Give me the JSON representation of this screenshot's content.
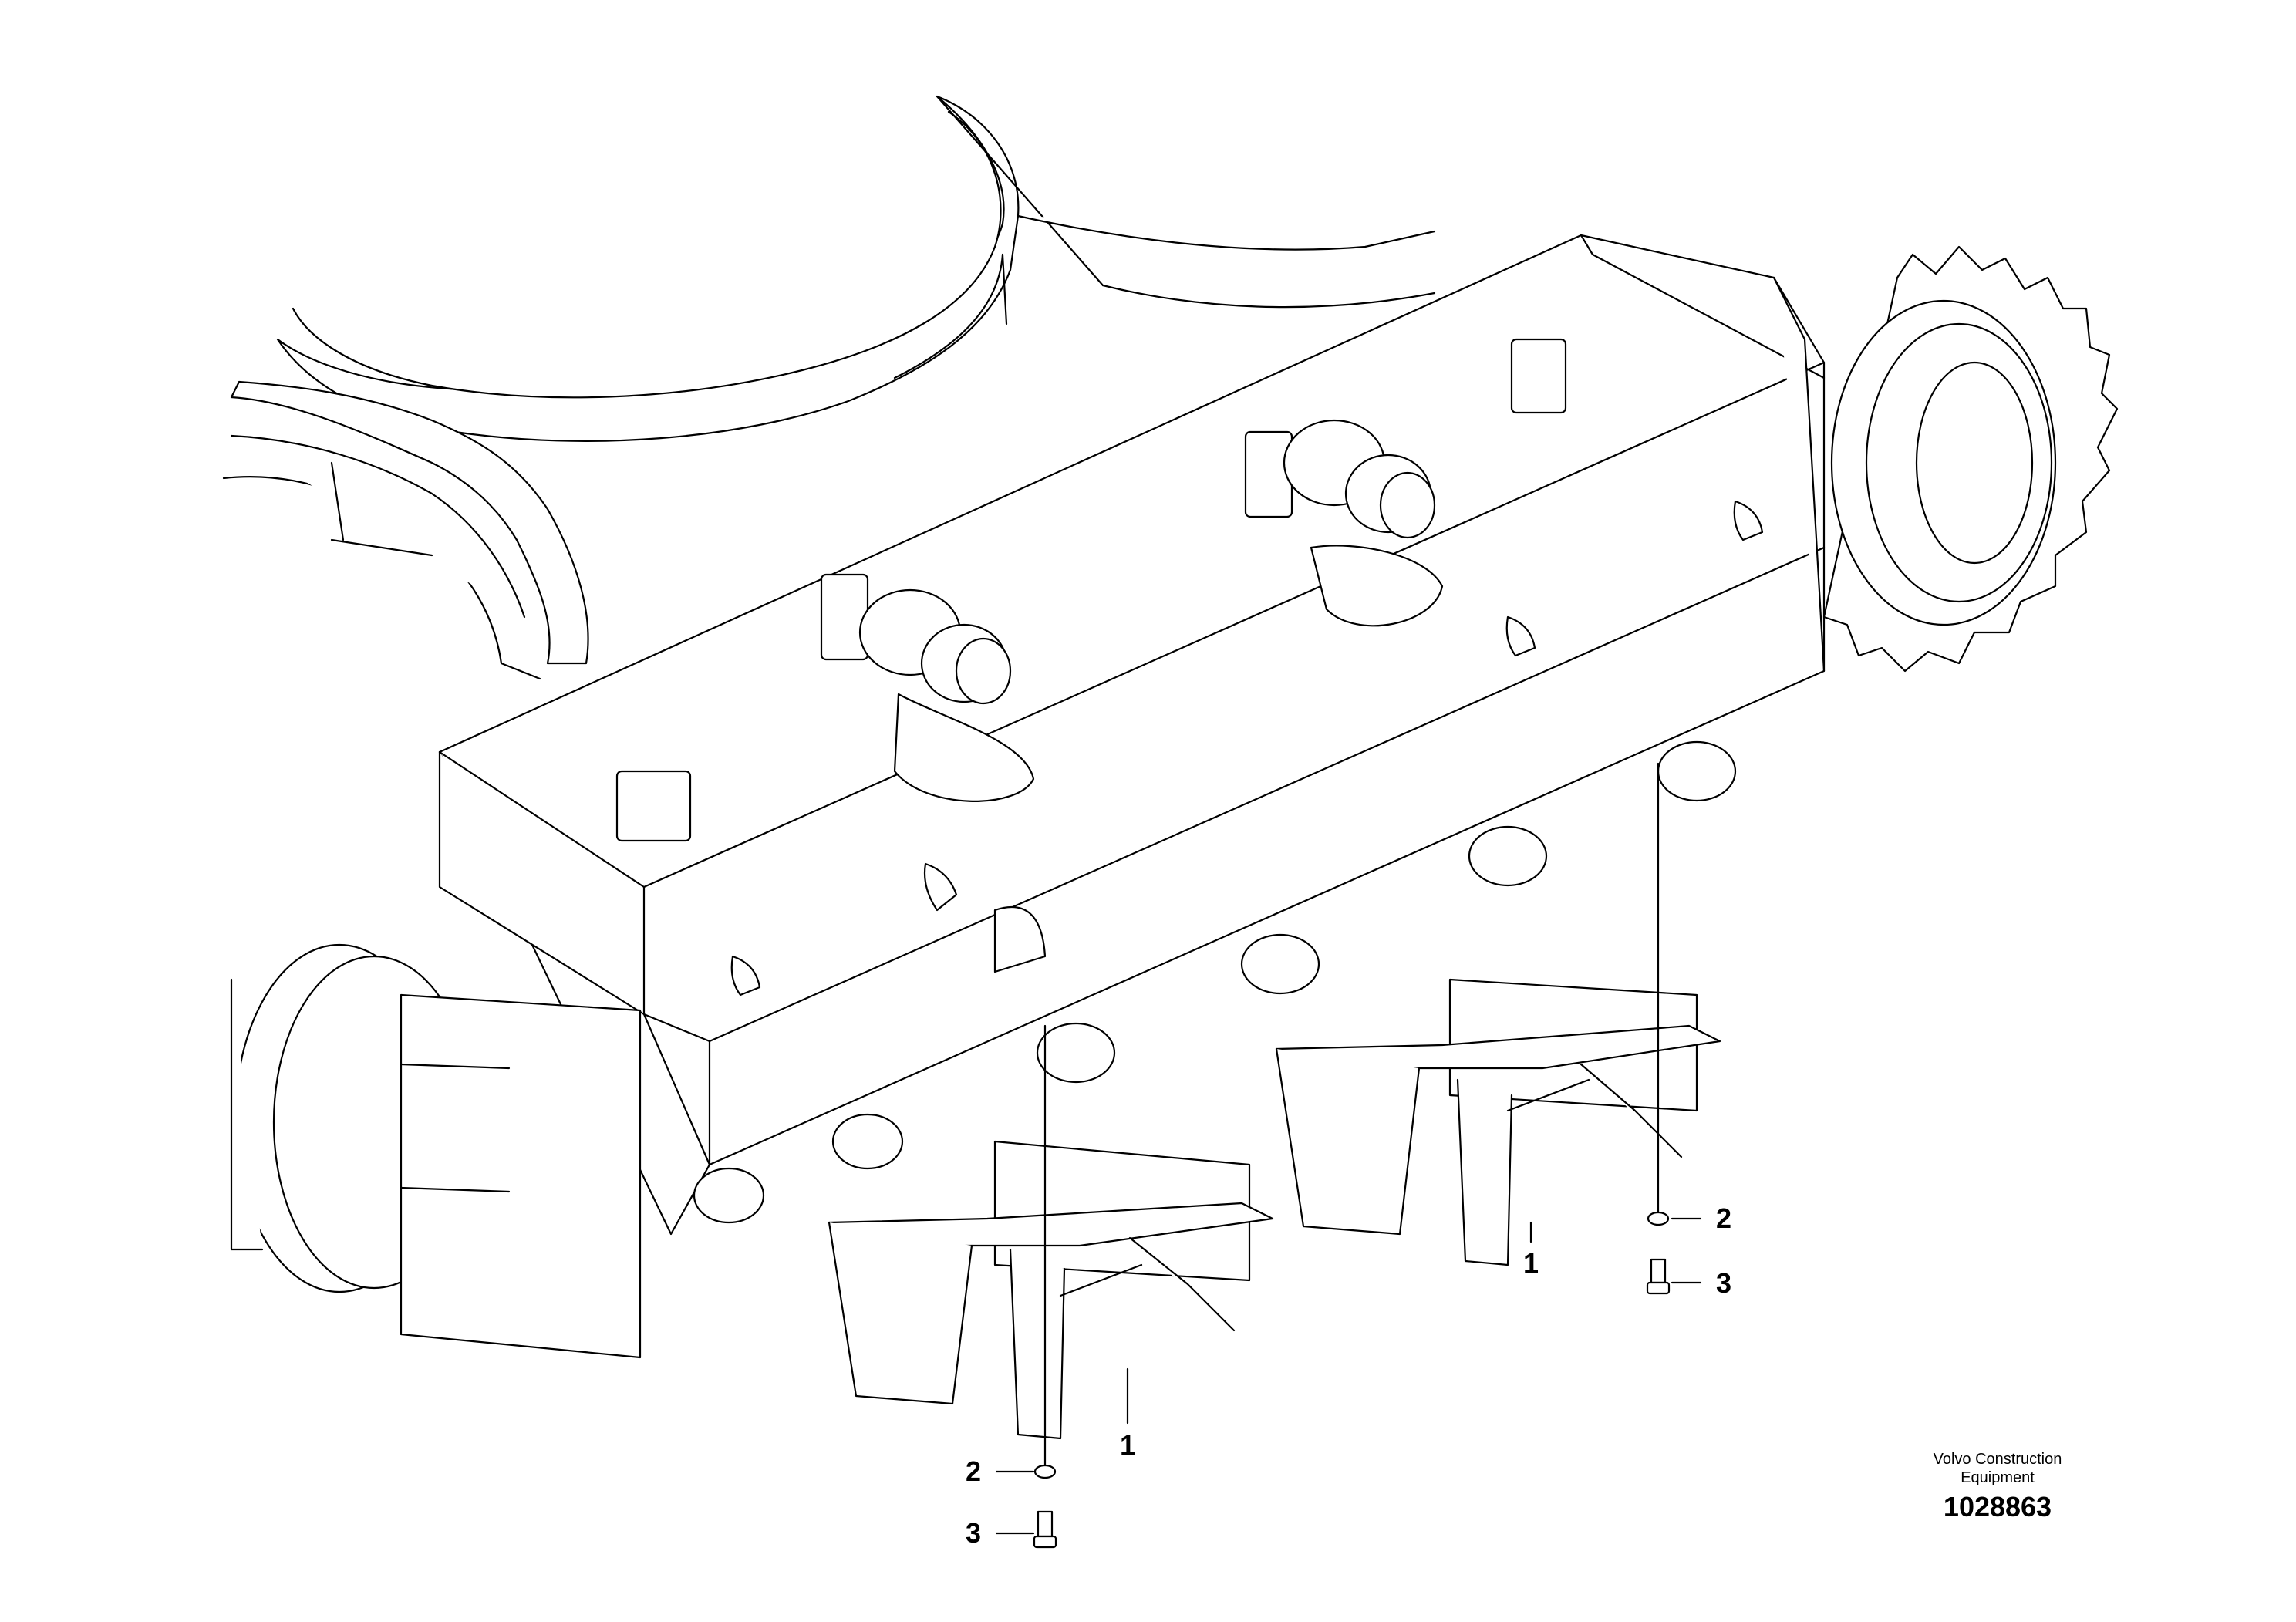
{
  "diagram": {
    "callouts": {
      "guard_right": "1",
      "washer_right": "2",
      "bolt_right": "3",
      "guard_left": "1",
      "washer_left": "2",
      "bolt_left": "3"
    },
    "brand": {
      "line1": "Volvo Construction",
      "line2": "Equipment"
    },
    "drawing_number": "1028863",
    "colors": {
      "line": "#000000",
      "fill": "#ffffff"
    }
  }
}
